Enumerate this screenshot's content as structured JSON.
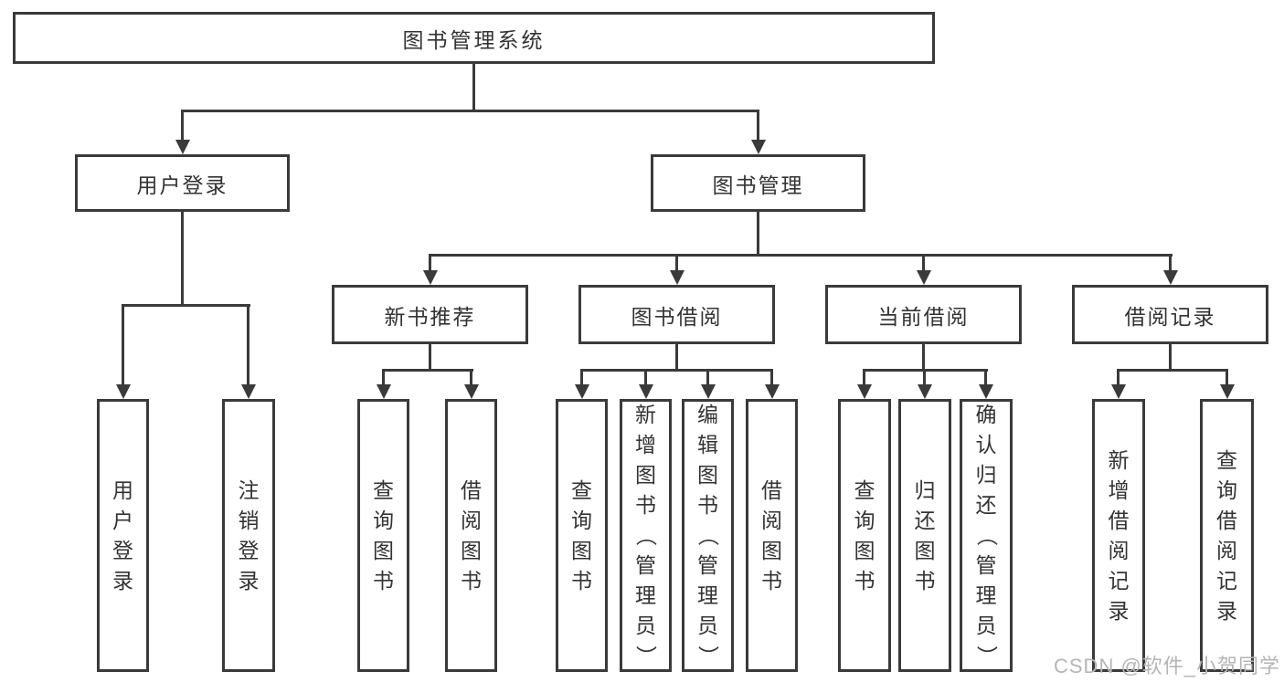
{
  "diagram": {
    "root": {
      "label": "图书管理系统"
    },
    "branches": [
      {
        "label": "用户登录",
        "children": [
          "用户登录",
          "注销登录"
        ]
      },
      {
        "label": "图书管理",
        "groups": [
          {
            "label": "新书推荐",
            "children": [
              "查询图书",
              "借阅图书"
            ]
          },
          {
            "label": "图书借阅",
            "children": [
              "查询图书",
              "新增图书（管理员）",
              "编辑图书（管理员）",
              "借阅图书"
            ]
          },
          {
            "label": "当前借阅",
            "children": [
              "查询图书",
              "归还图书",
              "确认归还（管理员）"
            ]
          },
          {
            "label": "借阅记录",
            "children": [
              "新增借阅记录",
              "查询借阅记录"
            ]
          }
        ]
      }
    ],
    "watermark": "CSDN @软件_小贺同学",
    "colors": {
      "line": "#3a3a3a",
      "text": "#333333",
      "watermark": "#b5b5b5"
    }
  }
}
